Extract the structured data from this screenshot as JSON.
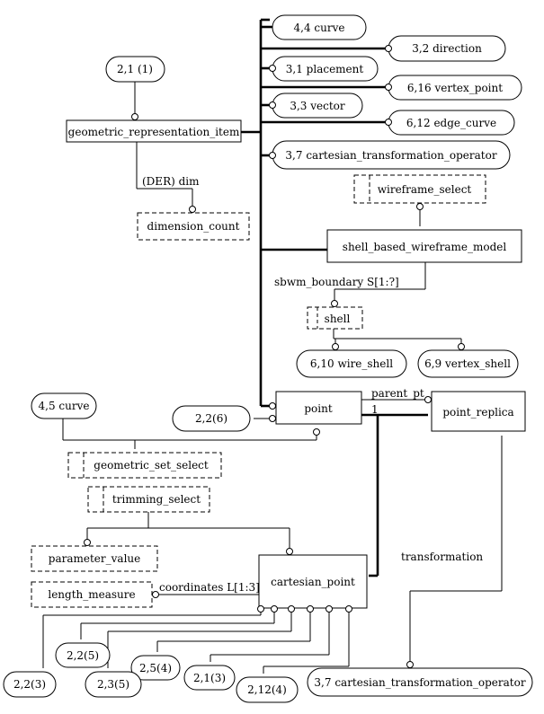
{
  "references": {
    "r_2_1_1": "2,1 (1)",
    "r_4_4_curve": "4,4 curve",
    "r_3_2_direction": "3,2 direction",
    "r_3_1_placement": "3,1 placement",
    "r_6_16_vertex_point": "6,16 vertex_point",
    "r_3_3_vector": "3,3 vector",
    "r_6_12_edge_curve": "6,12 edge_curve",
    "r_3_7_cto_top": "3,7 cartesian_transformation_operator",
    "r_6_10_wire_shell": "6,10 wire_shell",
    "r_6_9_vertex_shell": "6,9 vertex_shell",
    "r_4_5_curve": "4,5 curve",
    "r_2_2_6": "2,2(6)",
    "r_2_2_5": "2,2(5)",
    "r_2_5_4": "2,5(4)",
    "r_2_1_3": "2,1(3)",
    "r_2_12_4": "2,12(4)",
    "r_2_2_3": "2,2(3)",
    "r_2_3_5": "2,3(5)",
    "r_3_7_cto_bottom": "3,7 cartesian_transformation_operator"
  },
  "entities": {
    "geometric_representation_item": "geometric_representation_item",
    "shell_based_wireframe_model": "shell_based_wireframe_model",
    "point": "point",
    "point_replica": "point_replica",
    "cartesian_point": "cartesian_point"
  },
  "types": {
    "dimension_count": "dimension_count",
    "wireframe_select": "wireframe_select",
    "shell": "shell",
    "geometric_set_select": "geometric_set_select",
    "trimming_select": "trimming_select",
    "parameter_value": "parameter_value",
    "length_measure": "length_measure"
  },
  "labels": {
    "der_dim": "(DER) dim",
    "sbwm_boundary": "sbwm_boundary S[1:?]",
    "parent_pt": "parent_pt",
    "cardinality_one": "1",
    "transformation": "transformation",
    "coordinates": "coordinates L[1:3]"
  }
}
